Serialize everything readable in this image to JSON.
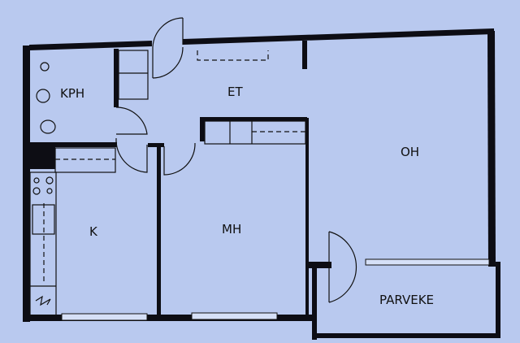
{
  "plan": {
    "rooms": {
      "bathroom": "KPH",
      "hallway": "ET",
      "living_room": "OH",
      "kitchen": "K",
      "bedroom": "MH",
      "balcony": "PARVEKE"
    }
  }
}
